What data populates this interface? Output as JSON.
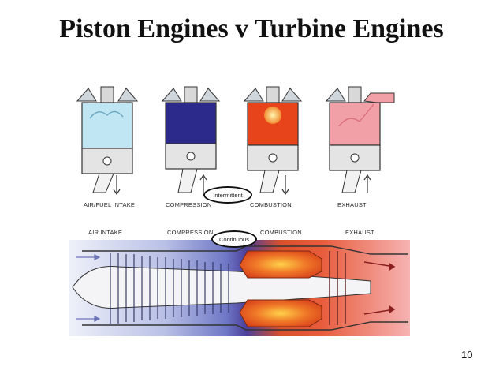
{
  "slide": {
    "title": "Piston Engines v Turbine Engines",
    "page_number": "10"
  },
  "piston": {
    "strokes": [
      {
        "label": "AIR/FUEL INTAKE",
        "color": "#bfe6f2"
      },
      {
        "label": "COMPRESSION",
        "color": "#2c2a8a"
      },
      {
        "label": "COMBUSTION",
        "color": "#e8441c"
      },
      {
        "label": "EXHAUST",
        "color": "#f2a0a8"
      }
    ],
    "callout": "Intermittent"
  },
  "turbine": {
    "sections": [
      "AIR INTAKE",
      "COMPRESSION",
      "COMBUSTION",
      "EXHAUST"
    ],
    "callout": "Continuous",
    "colors": {
      "intake": "#dde3f3",
      "compression": "#5a63b8",
      "combustion": "#e5562a",
      "exhaust": "#ec6a6a"
    }
  }
}
